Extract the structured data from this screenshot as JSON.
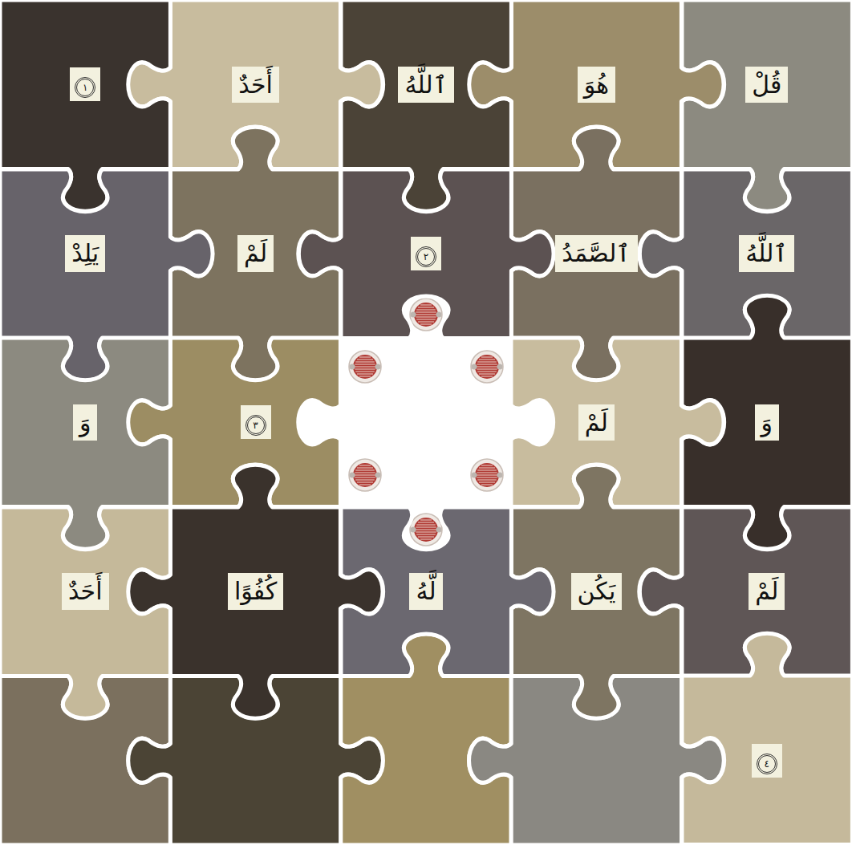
{
  "diagram": {
    "nodes": [
      {
        "text": [
          "قُلْ"
        ]
      },
      {
        "text": [
          "هُوَ"
        ]
      },
      {
        "text": [
          "ٱللَّهُ"
        ]
      },
      {
        "text": [
          "أَحَدٌ"
        ]
      },
      {
        "text": [
          "١"
        ]
      },
      {
        "text": [
          "ٱللَّهُ"
        ]
      },
      {
        "text": [
          "ٱلصَّمَدُ"
        ]
      },
      {
        "text": [
          "٢"
        ]
      },
      {
        "text": [
          "لَمْ"
        ]
      },
      {
        "text": [
          "يَلِدْ"
        ]
      },
      {
        "text": [
          "وَ"
        ]
      },
      {
        "text": [
          "لَمْ"
        ]
      },
      {
        "text": [
          "٣"
        ]
      },
      {
        "text": [
          "وَ"
        ]
      },
      {
        "text": [
          "لَمْ"
        ]
      },
      {
        "text": [
          "يَكُن"
        ]
      },
      {
        "text": [
          "لَّهُ"
        ]
      },
      {
        "text": [
          "كُفُوًا"
        ]
      },
      {
        "text": [
          "أَحَدٌ"
        ]
      },
      {
        "text": [
          "٤"
        ]
      }
    ]
  }
}
